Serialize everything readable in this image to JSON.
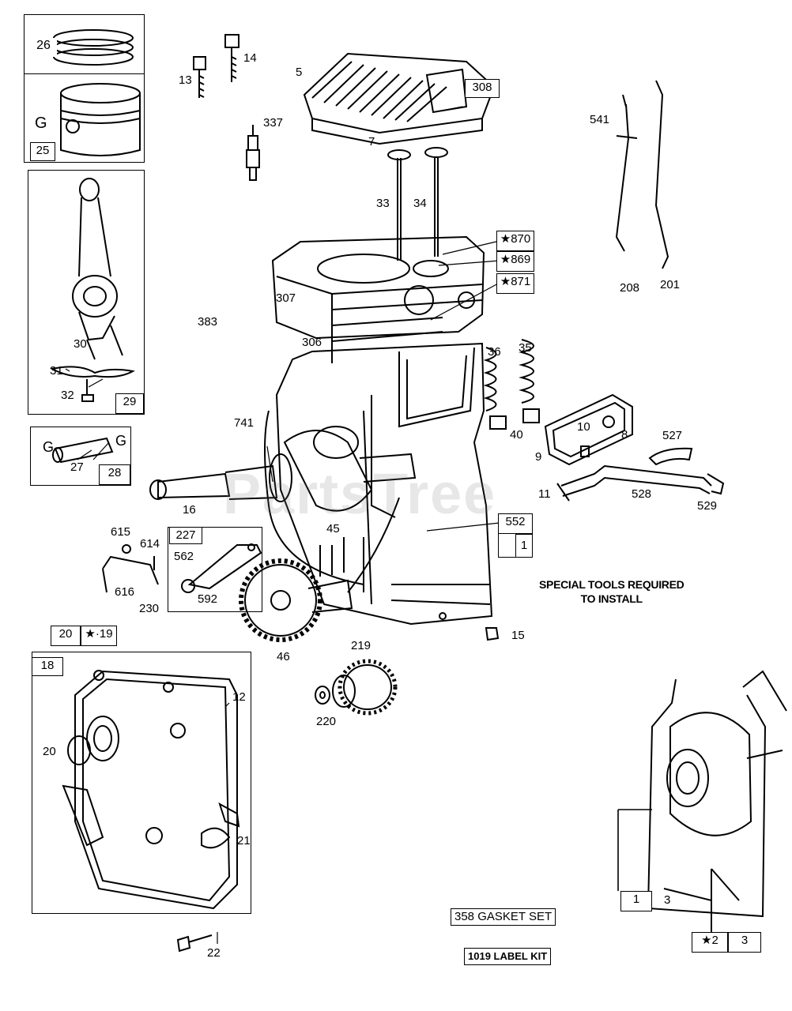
{
  "watermark": "PartsTree",
  "special_tools_note": "SPECIAL TOOLS REQUIRED\nTO INSTALL",
  "gasket_set": "358 GASKET SET",
  "label_kit": "1019 LABEL KIT",
  "boxed_labels": {
    "b25": "25",
    "b26": "26",
    "b29": "29",
    "b28": "28",
    "b227": "227",
    "b308": "308",
    "b870": "★870",
    "b869": "★869",
    "b871": "★871",
    "b552": "552",
    "b552_1": "1",
    "b20": "20",
    "b19": "★·19",
    "b18": "18",
    "b1": "1",
    "b3a": "3",
    "b2": "★2",
    "b3b": "3"
  },
  "labels": {
    "l13": "13",
    "l14": "14",
    "l5": "5",
    "l7": "7",
    "l337": "337",
    "l541": "541",
    "l208": "208",
    "l201": "201",
    "l33": "33",
    "l34": "34",
    "l307": "307",
    "l306": "306",
    "l383": "383",
    "l30": "30",
    "l31": "31",
    "l32": "32",
    "l27": "27",
    "lG1": "G",
    "lG2": "G",
    "lG3": "G",
    "l36": "36",
    "l35": "35",
    "l40": "40",
    "l10": "10",
    "l8": "8",
    "l9": "9",
    "l527": "527",
    "l11": "11",
    "l528": "528",
    "l529": "529",
    "l741": "741",
    "l16": "16",
    "l45": "45",
    "l615": "615",
    "l614": "614",
    "l562": "562",
    "l592": "592",
    "l616": "616",
    "l230": "230",
    "l46": "46",
    "l15": "15",
    "l219": "219",
    "l220": "220",
    "l12": "12",
    "l20b": "20",
    "l21": "21",
    "l22": "22",
    "l3c": "3"
  }
}
